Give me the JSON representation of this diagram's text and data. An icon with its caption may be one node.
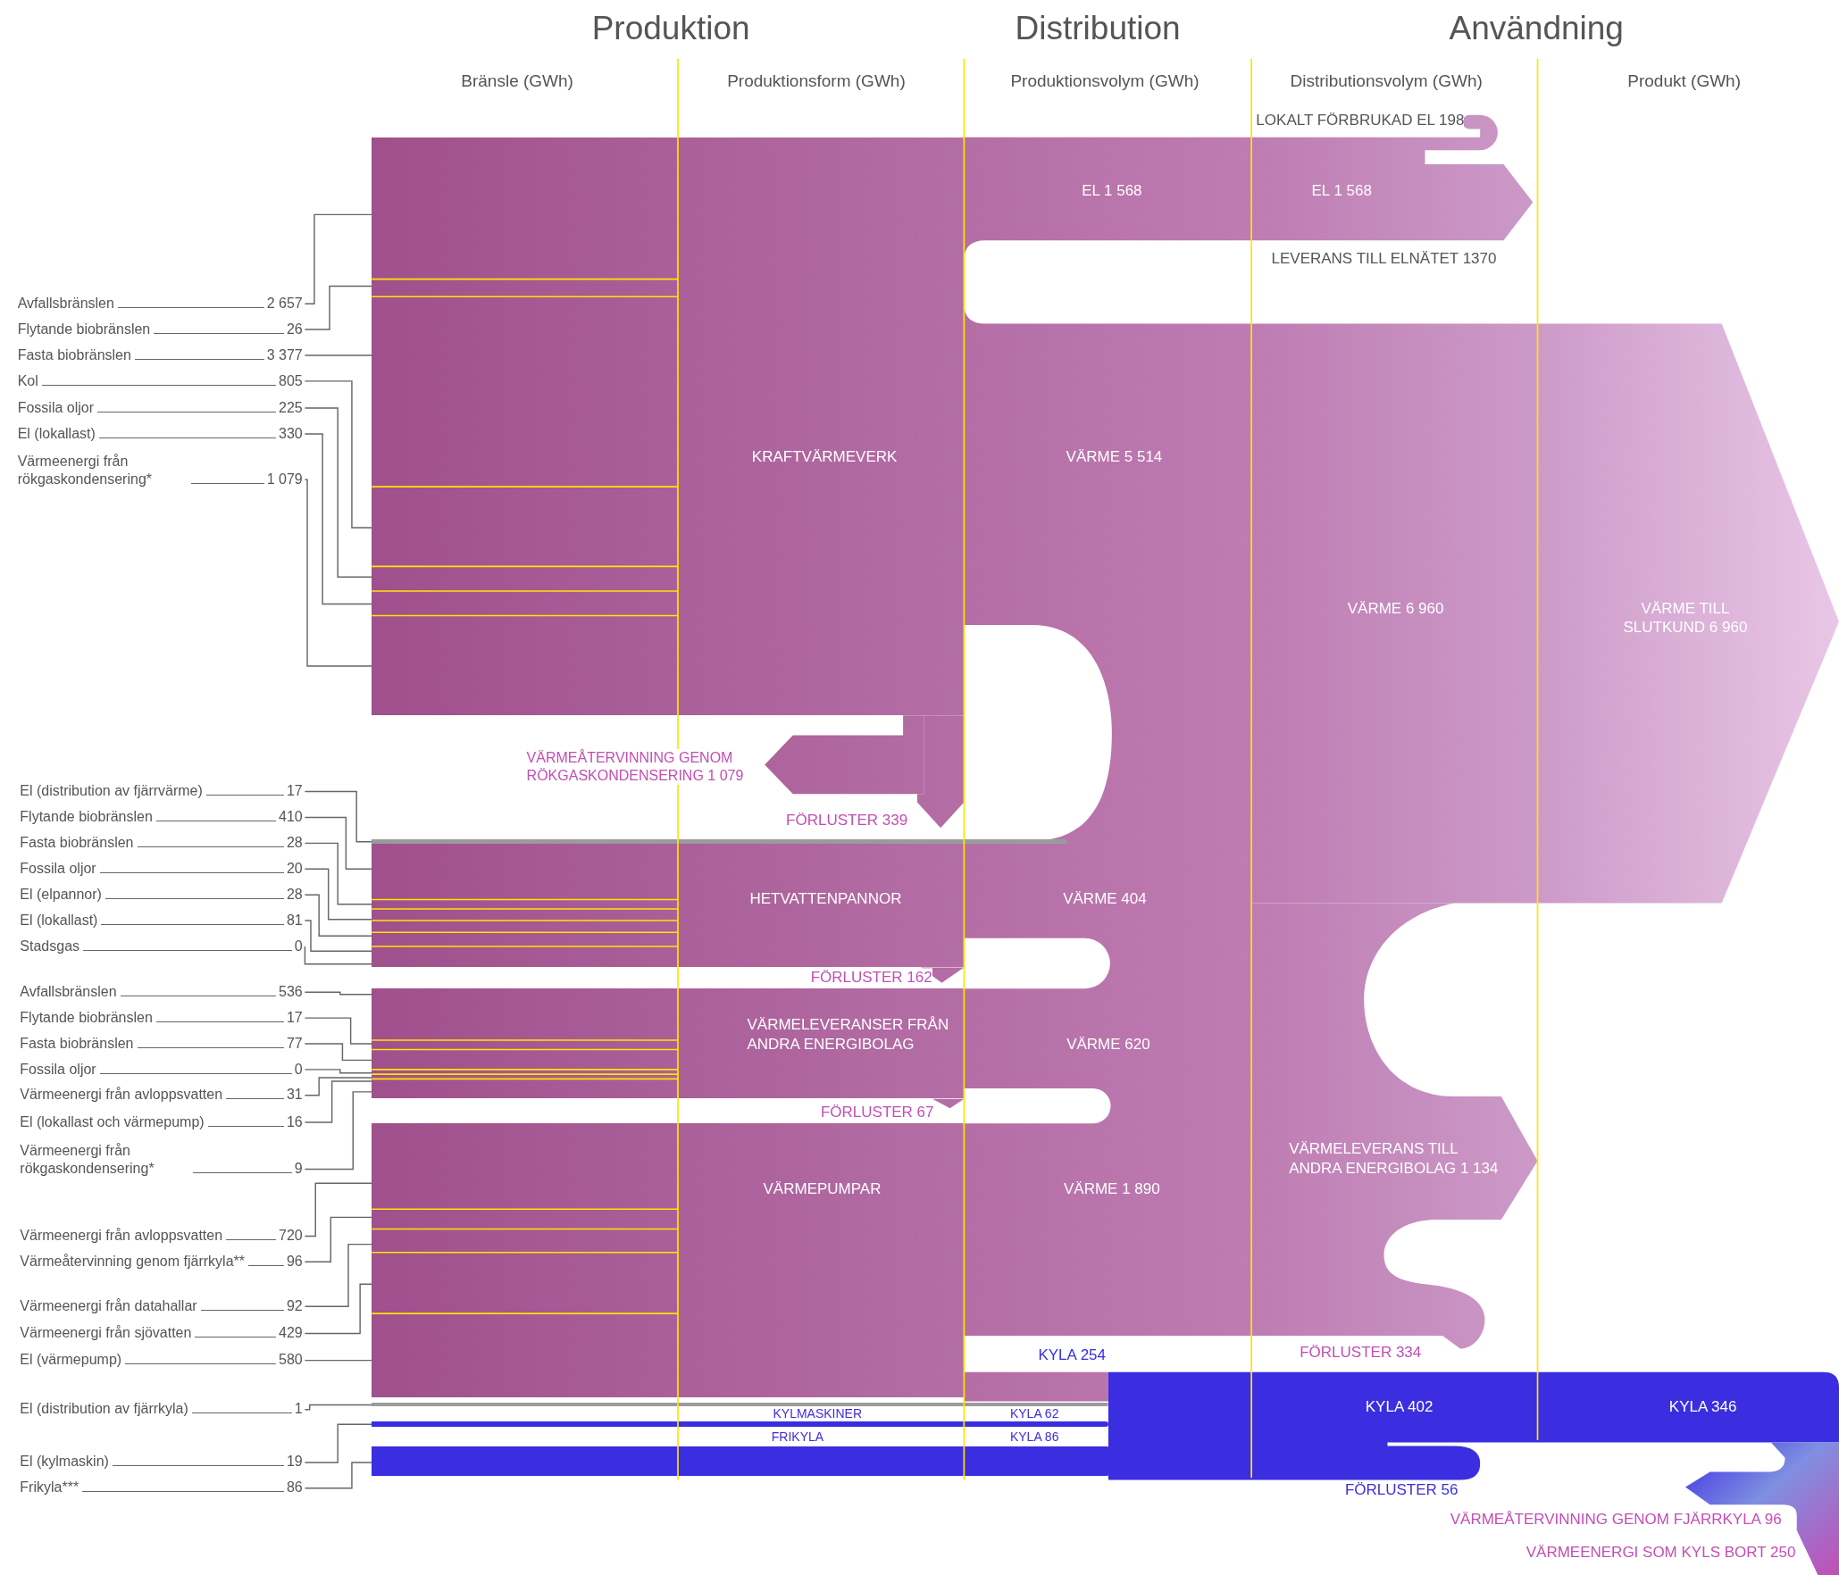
{
  "diagram": {
    "nodes": [
      {
        "text": [
          "Avfallsbränslen",
          "2 657"
        ]
      },
      {
        "text": [
          "Flytande biobränslen",
          "26"
        ]
      },
      {
        "text": [
          "Fasta biobränslen",
          "3 377"
        ]
      },
      {
        "text": [
          "Kol",
          "805"
        ]
      },
      {
        "text": [
          "Fossila oljor",
          "225"
        ]
      },
      {
        "text": [
          "El (lokallast)",
          "330"
        ]
      },
      {
        "text": [
          "Värmeenergi från rökgaskondensering*",
          "1 079"
        ]
      },
      {
        "text": [
          "KRAFTVÄRMEVERK"
        ]
      },
      {
        "text": [
          "El (distribution av fjärrvärme)",
          "17"
        ]
      },
      {
        "text": [
          "Flytande biobränslen",
          "410"
        ]
      },
      {
        "text": [
          "Fasta biobränslen",
          "28"
        ]
      },
      {
        "text": [
          "Fossila oljor",
          "20"
        ]
      },
      {
        "text": [
          "El (elpannor)",
          "28"
        ]
      },
      {
        "text": [
          "El (lokallast)",
          "81"
        ]
      },
      {
        "text": [
          "Stadsgas",
          "0"
        ]
      },
      {
        "text": [],
        "shape": "bar"
      },
      {
        "text": [
          "HETVATTENPANNOR"
        ]
      },
      {
        "text": [
          "Avfallsbränslen",
          "536"
        ]
      },
      {
        "text": [
          "Flytande biobränslen",
          "17"
        ]
      },
      {
        "text": [
          "Fasta biobränslen",
          "77"
        ]
      },
      {
        "text": [
          "Fossila oljor",
          "0"
        ]
      },
      {
        "text": [
          "Värmeenergi från avloppsvatten",
          "31"
        ]
      },
      {
        "text": [
          "El (lokallast och värmepump)",
          "16"
        ]
      },
      {
        "text": [
          "Värmeenergi från rökgaskondensering*",
          "9"
        ]
      },
      {
        "text": [
          "VÄRMELEVERANSER FRÅN ANDRA ENERGIBOLAG"
        ]
      },
      {
        "text": [
          "Värmeenergi från avloppsvatten",
          "720"
        ]
      },
      {
        "text": [
          "Värmeåtervinning genom fjärrkyla**",
          "96"
        ]
      },
      {
        "text": [
          "Värmeenergi från datahallar",
          "92"
        ]
      },
      {
        "text": [
          "Värmeenergi från sjövatten",
          "429"
        ]
      },
      {
        "text": [
          "El (värmepump)",
          "580"
        ]
      },
      {
        "text": [
          "VÄRMEPUMPAR"
        ]
      },
      {
        "text": [
          "El (distribution av fjärrkyla)",
          "1"
        ]
      },
      {
        "text": [
          "El (kylmaskin)",
          "19"
        ]
      },
      {
        "text": [
          "Frikyla***",
          "86"
        ]
      },
      {
        "text": [],
        "shape": "bar"
      },
      {
        "text": [],
        "shape": "bar"
      },
      {
        "text": [],
        "shape": "bar"
      }
    ],
    "edges": [
      {
        "from": 0,
        "to": 7,
        "arrow": "none"
      },
      {
        "from": 1,
        "to": 7,
        "arrow": "none"
      },
      {
        "from": 2,
        "to": 7,
        "arrow": "none"
      },
      {
        "from": 3,
        "to": 7,
        "arrow": "none"
      },
      {
        "from": 4,
        "to": 7,
        "arrow": "none"
      },
      {
        "from": 5,
        "to": 7,
        "arrow": "none"
      },
      {
        "from": 6,
        "to": 7,
        "arrow": "none"
      },
      {
        "from": 8,
        "to": 15,
        "arrow": "none"
      },
      {
        "from": 9,
        "to": 16,
        "arrow": "none"
      },
      {
        "from": 10,
        "to": 16,
        "arrow": "none"
      },
      {
        "from": 11,
        "to": 16,
        "arrow": "none"
      },
      {
        "from": 12,
        "to": 16,
        "arrow": "none"
      },
      {
        "from": 13,
        "to": 16,
        "arrow": "none"
      },
      {
        "from": 14,
        "to": 16,
        "arrow": "none"
      },
      {
        "from": 17,
        "to": 24,
        "arrow": "none"
      },
      {
        "from": 18,
        "to": 24,
        "arrow": "none"
      },
      {
        "from": 19,
        "to": 24,
        "arrow": "none"
      },
      {
        "from": 20,
        "to": 24,
        "arrow": "none"
      },
      {
        "from": 21,
        "to": 24,
        "arrow": "none"
      },
      {
        "from": 22,
        "to": 24,
        "arrow": "none"
      },
      {
        "from": 23,
        "to": 24,
        "arrow": "none"
      },
      {
        "from": 25,
        "to": 30,
        "arrow": "none"
      },
      {
        "from": 26,
        "to": 30,
        "arrow": "none"
      },
      {
        "from": 27,
        "to": 30,
        "arrow": "none"
      },
      {
        "from": 28,
        "to": 30,
        "arrow": "none"
      },
      {
        "from": 29,
        "to": 30,
        "arrow": "none"
      },
      {
        "from": 31,
        "to": 34,
        "arrow": "none"
      },
      {
        "from": 32,
        "to": 35,
        "arrow": "none"
      },
      {
        "from": 33,
        "to": 36,
        "arrow": "none"
      },
      {
        "from": 7,
        "to": null,
        "arrow": "to"
      },
      {
        "from": null,
        "to": 7,
        "arrow": "to"
      }
    ],
    "labels": [
      "Produktion",
      "Distribution",
      "Användning",
      "Bränsle (GWh)",
      "Produktionsform (GWh)",
      "Produktionsvolym (GWh)",
      "Distributionsvolym (GWh)",
      "Produkt (GWh)",
      "LOKALT FÖRBRUKAD EL 198",
      "EL 1 568",
      "EL 1 568",
      "LEVERANS TILL ELNÄTET 1370",
      "VÄRME 5 514",
      "VÄRME 6 960",
      "VÄRME TILL SLUTKUND 6 960",
      "VÄRMEÅTERVINNING GENOM RÖKGASKONDENSERING 1 079",
      "FÖRLUSTER 339",
      "VÄRME 404",
      "FÖRLUSTER 162",
      "VÄRME 620",
      "FÖRLUSTER 67",
      "VÄRMELEVERANS TILL ANDRA ENERGIBOLAG 1 134",
      "VÄRME 1 890",
      "KYLA 254",
      "FÖRLUSTER 334",
      "KYLMASKINER",
      "KYLA 62",
      "KYLA 402",
      "KYLA 346",
      "FRIKYLA",
      "KYLA 86",
      "FÖRLUSTER 56",
      "VÄRMEÅTERVINNING GENOM FJÄRRKYLA 96",
      "VÄRMEENERGI SOM KYLS BORT 250"
    ]
  }
}
